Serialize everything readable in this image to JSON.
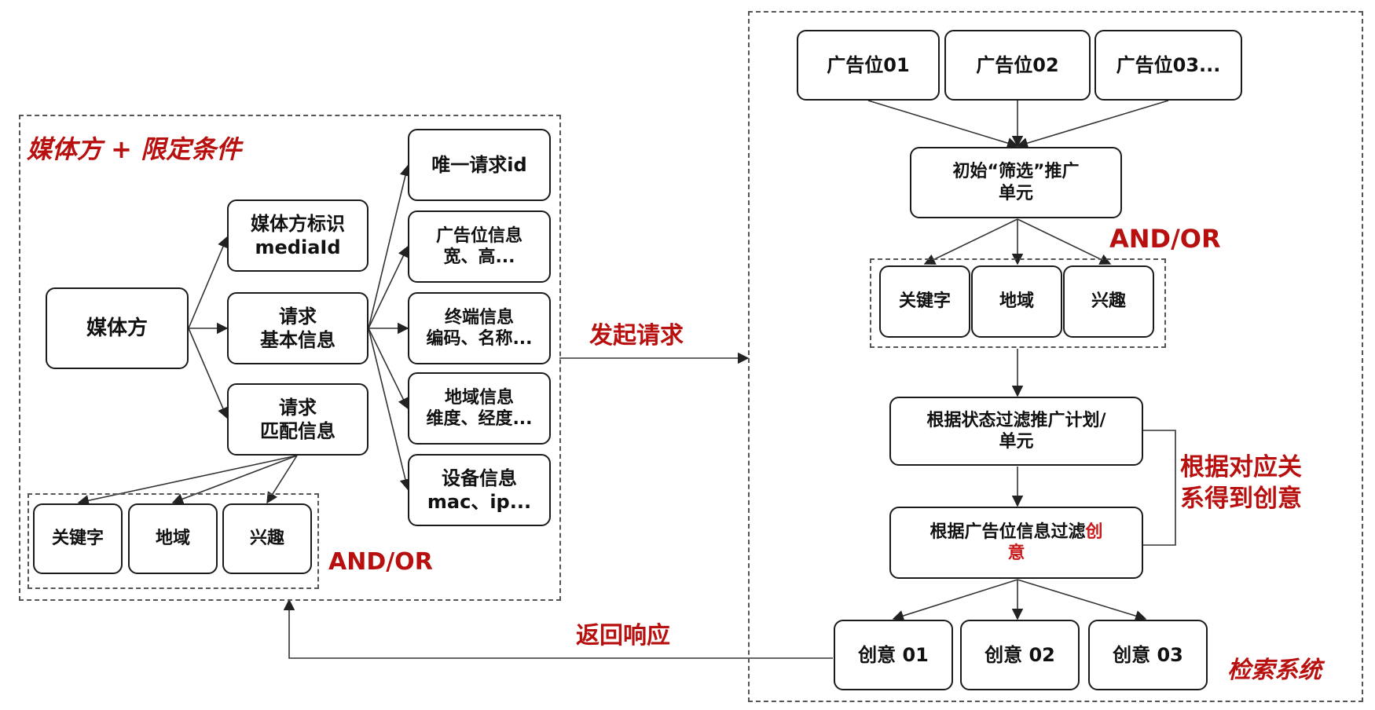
{
  "left_panel": {
    "title": "媒体方 + 限定条件",
    "root": "媒体方",
    "media_id": [
      "媒体方标识",
      "mediaId"
    ],
    "basic_info": [
      "请求",
      "基本信息"
    ],
    "match_info": [
      "请求",
      "匹配信息"
    ],
    "details": [
      [
        "唯一请求id"
      ],
      [
        "广告位信息",
        "宽、高..."
      ],
      [
        "终端信息",
        "编码、名称..."
      ],
      [
        "地域信息",
        "维度、经度..."
      ],
      [
        "设备信息",
        "mac、ip..."
      ]
    ],
    "conditions": [
      "关键字",
      "地域",
      "兴趣"
    ],
    "and_or": "AND/OR"
  },
  "request_label": "发起请求",
  "response_label": "返回响应",
  "right_panel": {
    "slots": [
      "广告位01",
      "广告位02",
      "广告位03..."
    ],
    "initial_filter": [
      "初始“筛选”推广",
      "单元"
    ],
    "and_or": "AND/OR",
    "conditions": [
      "关键字",
      "地域",
      "兴趣"
    ],
    "status_filter": [
      "根据状态过滤推广计划/",
      "单元"
    ],
    "mapping_label": [
      "根据对应关",
      "系得到创意"
    ],
    "creative_filter": {
      "prefix": "根据广告位信息过滤",
      "highlight_1": "创",
      "line2": "意"
    },
    "creatives": [
      "创意 01",
      "创意 02",
      "创意 03"
    ],
    "system_label": "检索系统"
  }
}
